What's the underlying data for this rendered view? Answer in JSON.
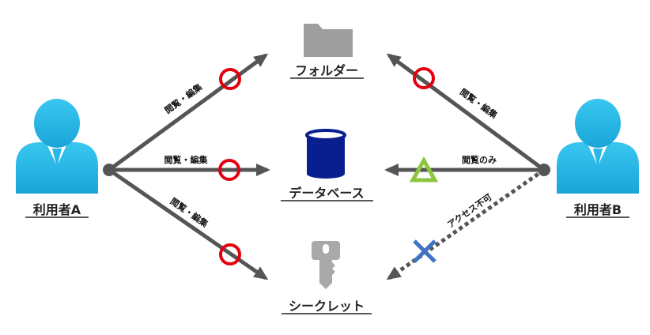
{
  "users": {
    "a": {
      "name": "利用者A"
    },
    "b": {
      "name": "利用者B"
    }
  },
  "resources": {
    "folder": {
      "label": "フォルダー",
      "icon": "folder-icon"
    },
    "database": {
      "label": "データベース",
      "icon": "database-icon"
    },
    "secret": {
      "label": "シークレット",
      "icon": "key-icon"
    }
  },
  "access": {
    "a_folder": {
      "label": "閲覧・編集",
      "mark": "circle"
    },
    "a_database": {
      "label": "閲覧・編集",
      "mark": "circle"
    },
    "a_secret": {
      "label": "閲覧・編集",
      "mark": "circle"
    },
    "b_folder": {
      "label": "閲覧・編集",
      "mark": "circle"
    },
    "b_database": {
      "label": "閲覧のみ",
      "mark": "triangle"
    },
    "b_secret": {
      "label": "アクセス不可",
      "mark": "cross"
    }
  },
  "colors": {
    "user": "#2ab7e8",
    "user_dark": "#1a9ac8",
    "line": "#555555",
    "circle_mark": "#e3000f",
    "triangle_mark": "#8cc63f",
    "cross_mark": "#3f74c4",
    "folder": "#9e9e9e",
    "database": "#0a1f8f",
    "key": "#a9a9a9"
  }
}
